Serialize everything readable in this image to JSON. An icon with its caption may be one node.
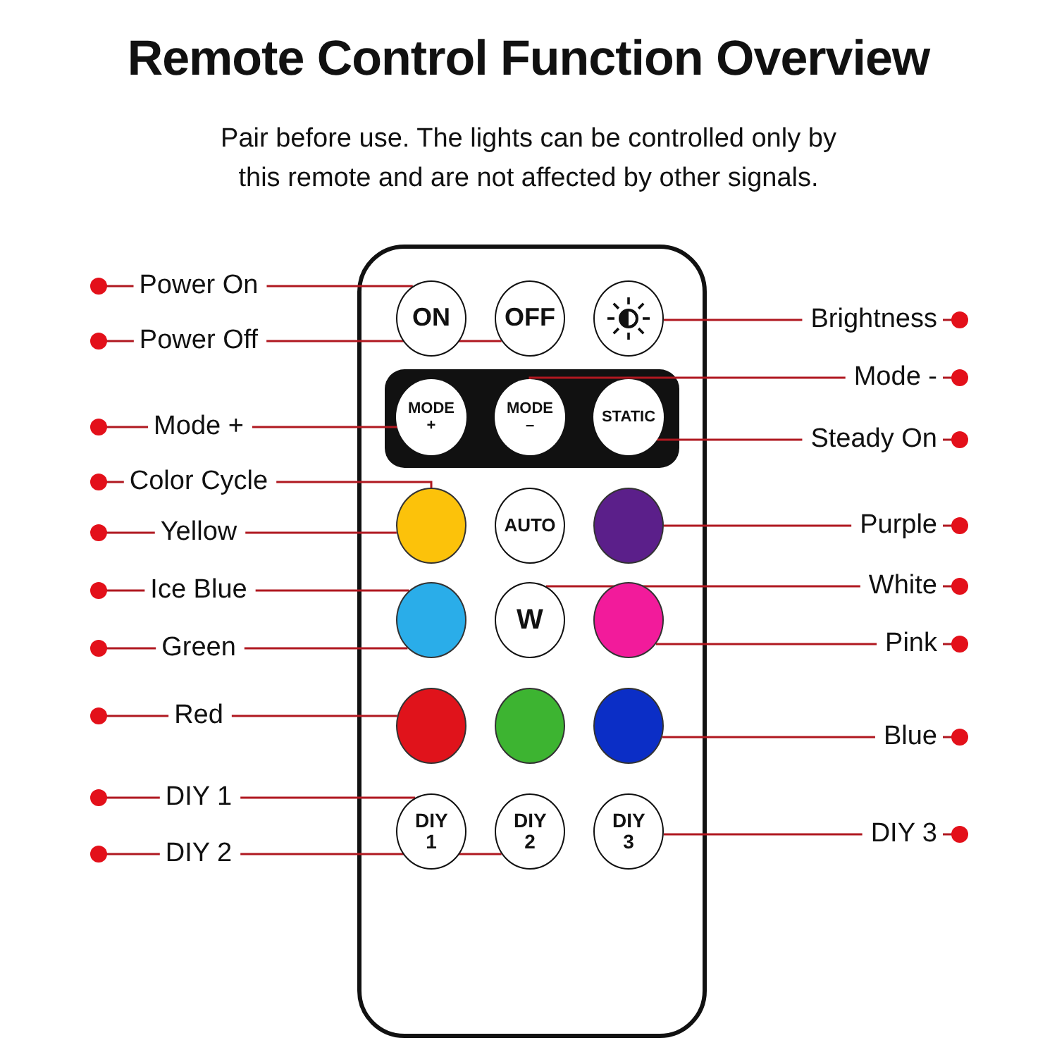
{
  "diagram": {
    "title": "Remote Control Function Overview",
    "nodes": [
      {
        "text": [
          "ON"
        ]
      },
      {
        "text": [
          "OFF"
        ]
      },
      {
        "text": [],
        "shape": "circle"
      },
      {
        "text": [
          "MODE +"
        ]
      },
      {
        "text": [
          "MODE –"
        ]
      },
      {
        "text": [
          "STATIC"
        ]
      },
      {
        "text": [],
        "shape": "circle"
      },
      {
        "text": [
          "AUTO"
        ]
      },
      {
        "text": [],
        "shape": "circle"
      },
      {
        "text": [],
        "shape": "circle"
      },
      {
        "text": [
          "W"
        ]
      },
      {
        "text": [],
        "shape": "circle"
      },
      {
        "text": [],
        "shape": "circle"
      },
      {
        "text": [],
        "shape": "circle"
      },
      {
        "text": [],
        "shape": "circle"
      },
      {
        "text": [
          "DIY 1"
        ]
      },
      {
        "text": [
          "DIY 2"
        ]
      },
      {
        "text": [
          "DIY 3"
        ]
      },
      {
        "text": [
          "Power On"
        ]
      },
      {
        "text": [
          "Power Off"
        ]
      },
      {
        "text": [
          "Mode +"
        ]
      },
      {
        "text": [
          "Color Cycle"
        ]
      },
      {
        "text": [
          "Yellow"
        ]
      },
      {
        "text": [
          "Ice Blue"
        ]
      },
      {
        "text": [
          "Green"
        ]
      },
      {
        "text": [
          "Red"
        ]
      },
      {
        "text": [
          "DIY 1"
        ]
      },
      {
        "text": [
          "DIY 2"
        ]
      },
      {
        "text": [
          "Brightness"
        ]
      },
      {
        "text": [
          "Mode -"
        ]
      },
      {
        "text": [
          "Steady On"
        ]
      },
      {
        "text": [
          "Purple"
        ]
      },
      {
        "text": [
          "White"
        ]
      },
      {
        "text": [
          "Pink"
        ]
      },
      {
        "text": [
          "Blue"
        ]
      },
      {
        "text": [
          "DIY 3"
        ]
      }
    ],
    "edges": [
      {
        "from": 18,
        "to": 0,
        "arrow": "none"
      },
      {
        "from": 19,
        "to": 1,
        "arrow": "none"
      },
      {
        "from": 20,
        "to": 3,
        "arrow": "none"
      },
      {
        "from": 21,
        "to": 6,
        "arrow": "none"
      },
      {
        "from": 22,
        "to": 6,
        "arrow": "none"
      },
      {
        "from": 23,
        "to": 9,
        "arrow": "none"
      },
      {
        "from": 24,
        "to": 9,
        "arrow": "none"
      },
      {
        "from": 25,
        "to": 12,
        "arrow": "none"
      },
      {
        "from": 26,
        "to": 15,
        "arrow": "none"
      },
      {
        "from": 27,
        "to": 16,
        "arrow": "none"
      },
      {
        "from": 28,
        "to": 2,
        "arrow": "none"
      },
      {
        "from": 29,
        "to": 4,
        "arrow": "none"
      },
      {
        "from": 30,
        "to": 5,
        "arrow": "none"
      },
      {
        "from": 31,
        "to": 8,
        "arrow": "none"
      },
      {
        "from": 32,
        "to": 10,
        "arrow": "none"
      },
      {
        "from": 33,
        "to": 11,
        "arrow": "none"
      },
      {
        "from": 34,
        "to": 14,
        "arrow": "none"
      },
      {
        "from": 35,
        "to": 17,
        "arrow": "none"
      }
    ],
    "labels": [
      "Pair before use. The lights can be controlled only by this remote and are not affected by other signals."
    ]
  }
}
